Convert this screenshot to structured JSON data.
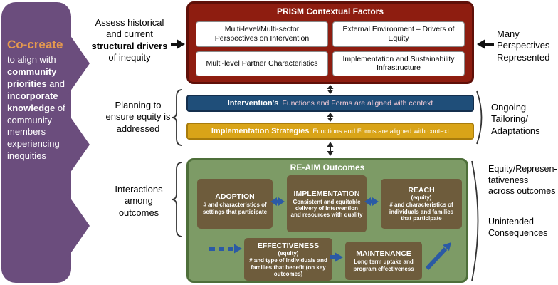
{
  "colors": {
    "purple": "#6b4d7d",
    "orange": "#e69a4e",
    "maroon": "#8e1d10",
    "maroonDark": "#5f1009",
    "blue": "#1f4e79",
    "blueDark": "#142f4d",
    "gold": "#d9a418",
    "goldDark": "#a87c0c",
    "green": "#7d9b66",
    "greenDark": "#4e6f3a",
    "brown": "#6e5c3c",
    "arrowBlue": "#2b5aa5"
  },
  "cocreate": {
    "title": "Co-create",
    "seg1": "to align with",
    "bold1": "community priorities",
    "seg2": "and",
    "bold2": "incorporate knowledge",
    "seg3": "of community members experiencing inequities"
  },
  "annotations": {
    "assess_pre": "Assess historical and current ",
    "assess_bold": "structural drivers",
    "assess_post": " of inequity",
    "many_perspectives": "Many Perspectives Represented",
    "planning": "Planning to ensure equity is addressed",
    "ongoing": "Ongoing Tailoring/ Adaptations",
    "interactions": "Interactions among outcomes",
    "equity_representativeness": "Equity/Represen-tativeness across outcomes",
    "unintended": "Unintended Consequences"
  },
  "prism": {
    "title": "PRISM Contextual Factors",
    "cells": [
      "Multi-level/Multi-sector Perspectives on Intervention",
      "External Environment – Drivers of Equity",
      "Multi-level Partner Characteristics",
      "Implementation and Sustainability Infrastructure"
    ]
  },
  "bars": {
    "intervention_lead": "Intervention's",
    "intervention_rest": "Functions and Forms are aligned with context",
    "implementation_lead": "Implementation Strategies",
    "implementation_rest": "Functions and Forms are aligned with context"
  },
  "reaim": {
    "title": "RE-AIM Outcomes",
    "adoption": {
      "title": "ADOPTION",
      "body": "# and characteristics of settings that participate"
    },
    "implementation": {
      "title": "IMPLEMENTATION",
      "body": "Consistent and equitable delivery of intervention and resources with quality"
    },
    "reach": {
      "title": "REACH",
      "sub": "(equity)",
      "body": "# and characteristics of individuals and families that participate"
    },
    "effectiveness": {
      "title": "EFFECTIVENESS",
      "sub": "(equity)",
      "body": "# and type of individuals and families that benefit (on key outcomes)"
    },
    "maintenance": {
      "title": "MAINTENANCE",
      "body": "Long term uptake and program effectiveness"
    }
  }
}
